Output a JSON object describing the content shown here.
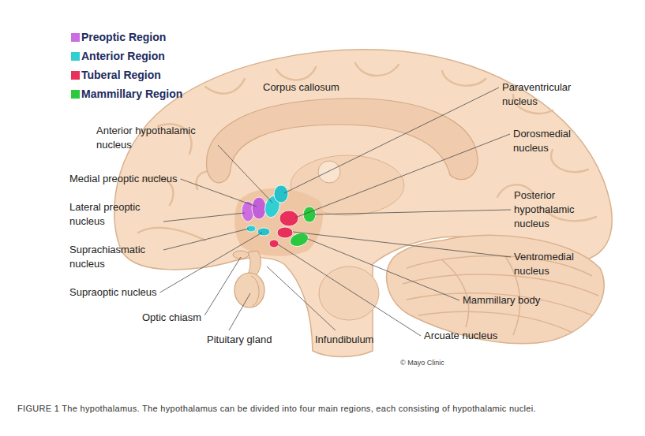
{
  "diagram": {
    "caption": "FIGURE 1 The hypothalamus. The hypothalamus can be divided into four main regions, each consisting of hypothalamic nuclei.",
    "labels": [
      "Corpus callosum",
      "Anterior hypothalamic nucleus",
      "Medial preoptic nucleus",
      "Lateral preoptic nucleus",
      "Suprachiasmatic nucleus",
      "Supraoptic nucleus",
      "Optic chiasm",
      "Pituitary gland",
      "Infundibulum",
      "Paraventricular nucleus",
      "Dorosmedial nucleus",
      "Posterior hypothalamic nucleus",
      "Ventromedial nucleus",
      "Mammillary body",
      "Arcuate nucleus",
      "© Mayo Clinic"
    ],
    "legend": [
      {
        "text": "Preoptic Region",
        "color": "#cc6ee0"
      },
      {
        "text": "Anterior Region",
        "color": "#2fcfd2"
      },
      {
        "text": "Tuberal Region",
        "color": "#e8305a"
      },
      {
        "text": "Mammillary Region",
        "color": "#2cc840"
      }
    ]
  }
}
